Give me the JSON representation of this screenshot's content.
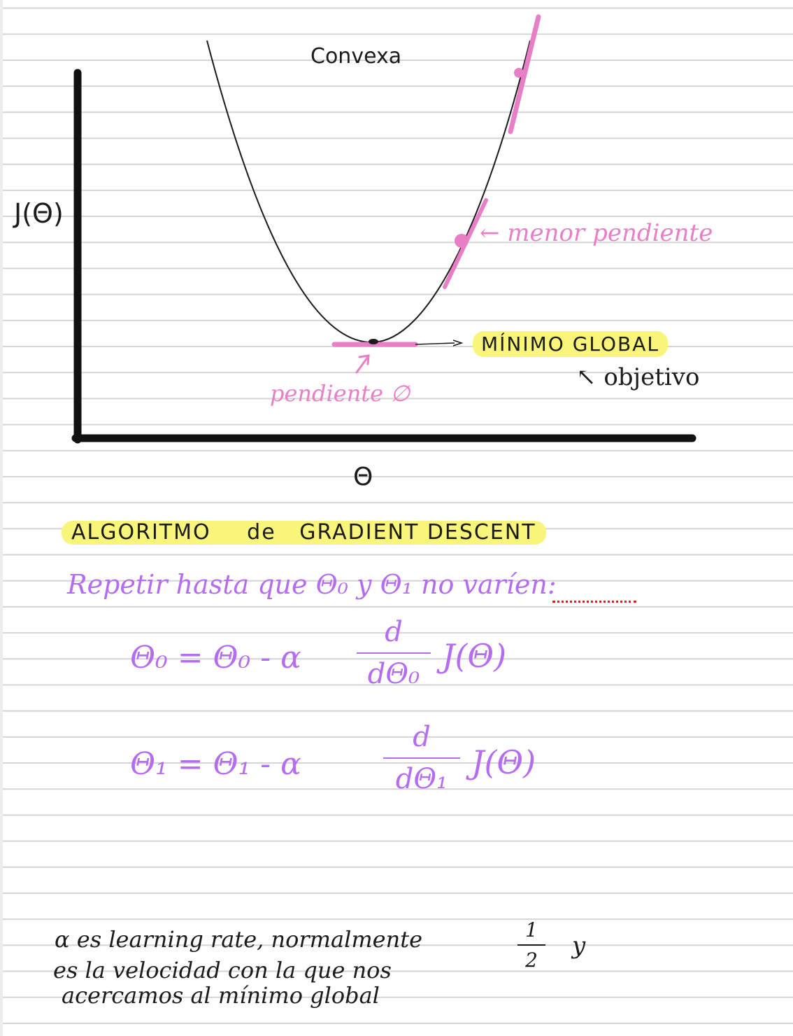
{
  "graph": {
    "title": "Convexa",
    "ylabel": "J(Θ)",
    "xlabel": "Θ",
    "label_menor_pendiente": "← menor pendiente",
    "label_minimo_global": "MÍNIMO GLOBAL",
    "label_objetivo": "objetivo",
    "label_objetivo_arrow": "↖",
    "label_pendiente_cero": "pendiente ∅",
    "colors": {
      "curve": "#1b1b1b",
      "axes": "#111111",
      "tangent": "#e87fc6",
      "highlight": "#f8f57a"
    }
  },
  "section_title": {
    "part1": "ALGORITMO",
    "part2": "de",
    "part3": "GRADIENT DESCENT"
  },
  "algorithm": {
    "repeat_line": "Repetir hasta que Θ₀ y Θ₁ no varíen:",
    "eq0_lhs": "Θ₀ = Θ₀ - α",
    "eq0_num": "d",
    "eq0_den": "dΘ₀",
    "eq0_rhs": "J(Θ)",
    "eq1_lhs": "Θ₁ = Θ₁ - α",
    "eq1_num": "d",
    "eq1_den": "dΘ₁",
    "eq1_rhs": "J(Θ)",
    "color": "#b46cf0"
  },
  "note": {
    "line1": "α es learning rate, normalmente",
    "fraction_num": "1",
    "fraction_den": "2",
    "conj": "y",
    "line2": "es la velocidad con la que nos",
    "line3": "acercamos al mínimo global"
  }
}
